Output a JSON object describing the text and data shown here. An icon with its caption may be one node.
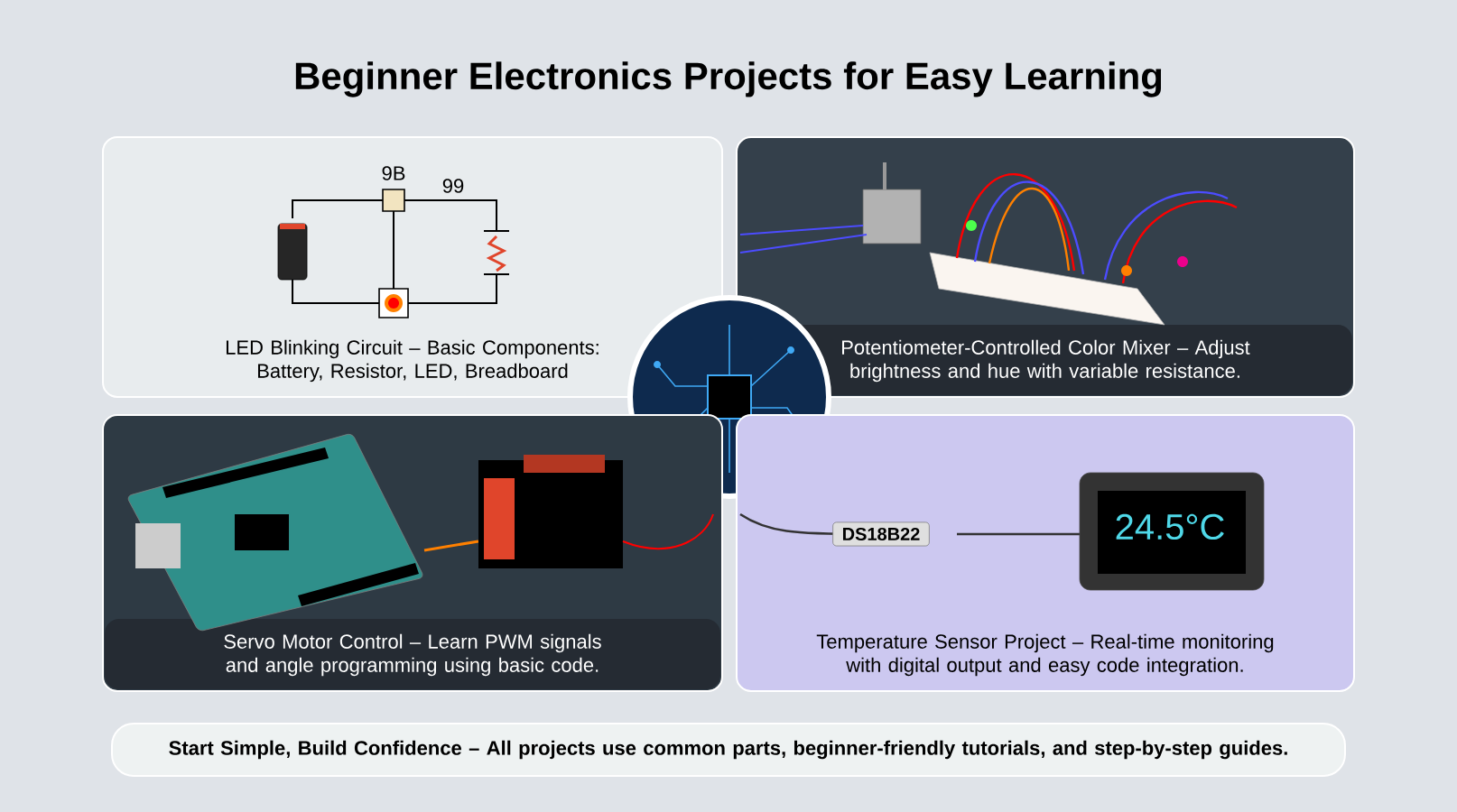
{
  "diagram": {
    "title": "Beginner Electronics Projects for Easy Learning",
    "nodes": [
      {
        "text": [
          "LED Blinking Circuit – Basic Components: Battery, Resistor, LED, Breadboard"
        ]
      },
      {
        "text": [
          "Potentiometer-Controlled Color Mixer – Adjust brightness and hue with variable resistance."
        ]
      },
      {
        "text": [],
        "shape": "picture"
      },
      {
        "text": [
          "Servo Motor Control – Learn PWM signals and angle programming using basic code."
        ]
      },
      {
        "text": [
          "Temperature Sensor Project – Real-time monitoring with digital output and easy code integration."
        ]
      },
      {
        "text": [
          "Start Simple, Build Confidence – All projects use common parts, beginner-friendly tutorials, and step-by-step guides."
        ]
      }
    ],
    "edges": [],
    "labels": [
      "9B",
      "99",
      "DS18B22",
      "24.5°C"
    ]
  }
}
